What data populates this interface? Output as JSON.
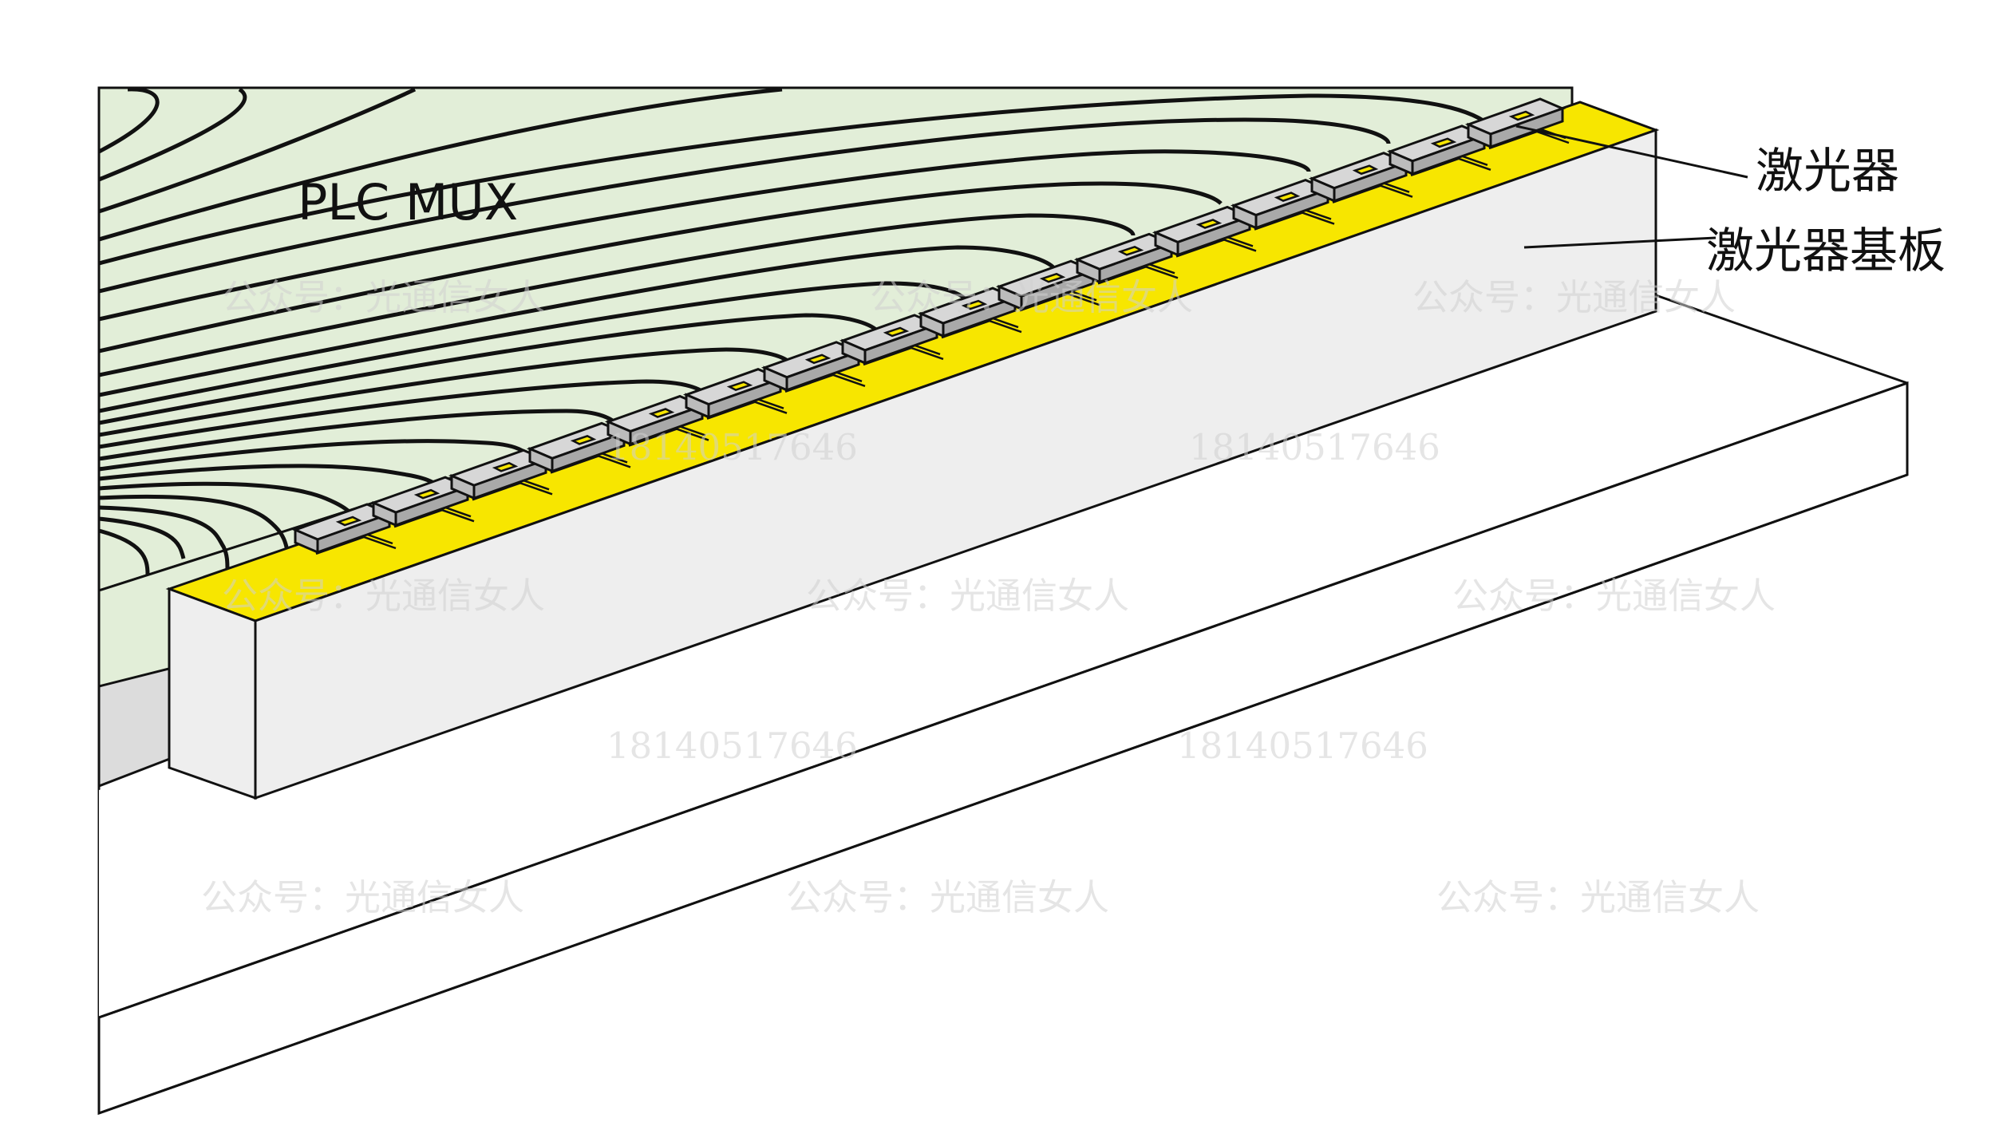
{
  "labels": {
    "plc_mux": "PLC MUX",
    "laser": "激光器",
    "laser_substrate": "激光器基板"
  },
  "watermark": {
    "account": "公众号：光通信女人",
    "phone": "18140517646"
  },
  "colors": {
    "plc_surface": "#e2eed8",
    "pad_yellow": "#f7e600",
    "substrate_front": "#eeeeee",
    "base_white": "#ffffff",
    "chip_gray": "#bcbcbc",
    "outline": "#111111"
  },
  "laser_count": 16
}
